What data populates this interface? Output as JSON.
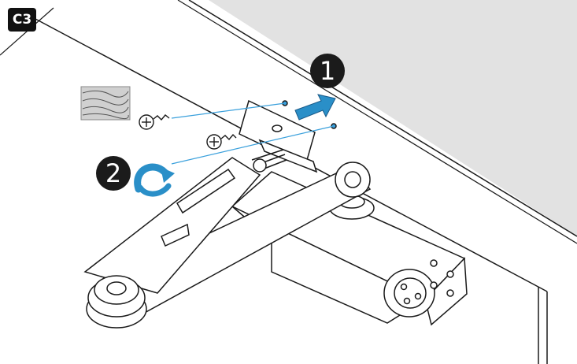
{
  "step_label": "C3",
  "markers": {
    "step_one": "1",
    "step_two": "2"
  },
  "icons": {
    "wood": "wood-grain-icon",
    "push_arrow": "push-arrow-icon",
    "rotate_arrow": "rotate-arrow-icon"
  },
  "colors": {
    "arrow_blue": "#2a8fc8",
    "wall_gray": "#e2e2e2",
    "line": "#1a1a1a",
    "guide_line": "#3aa0dc",
    "badge_bg": "#111111"
  }
}
